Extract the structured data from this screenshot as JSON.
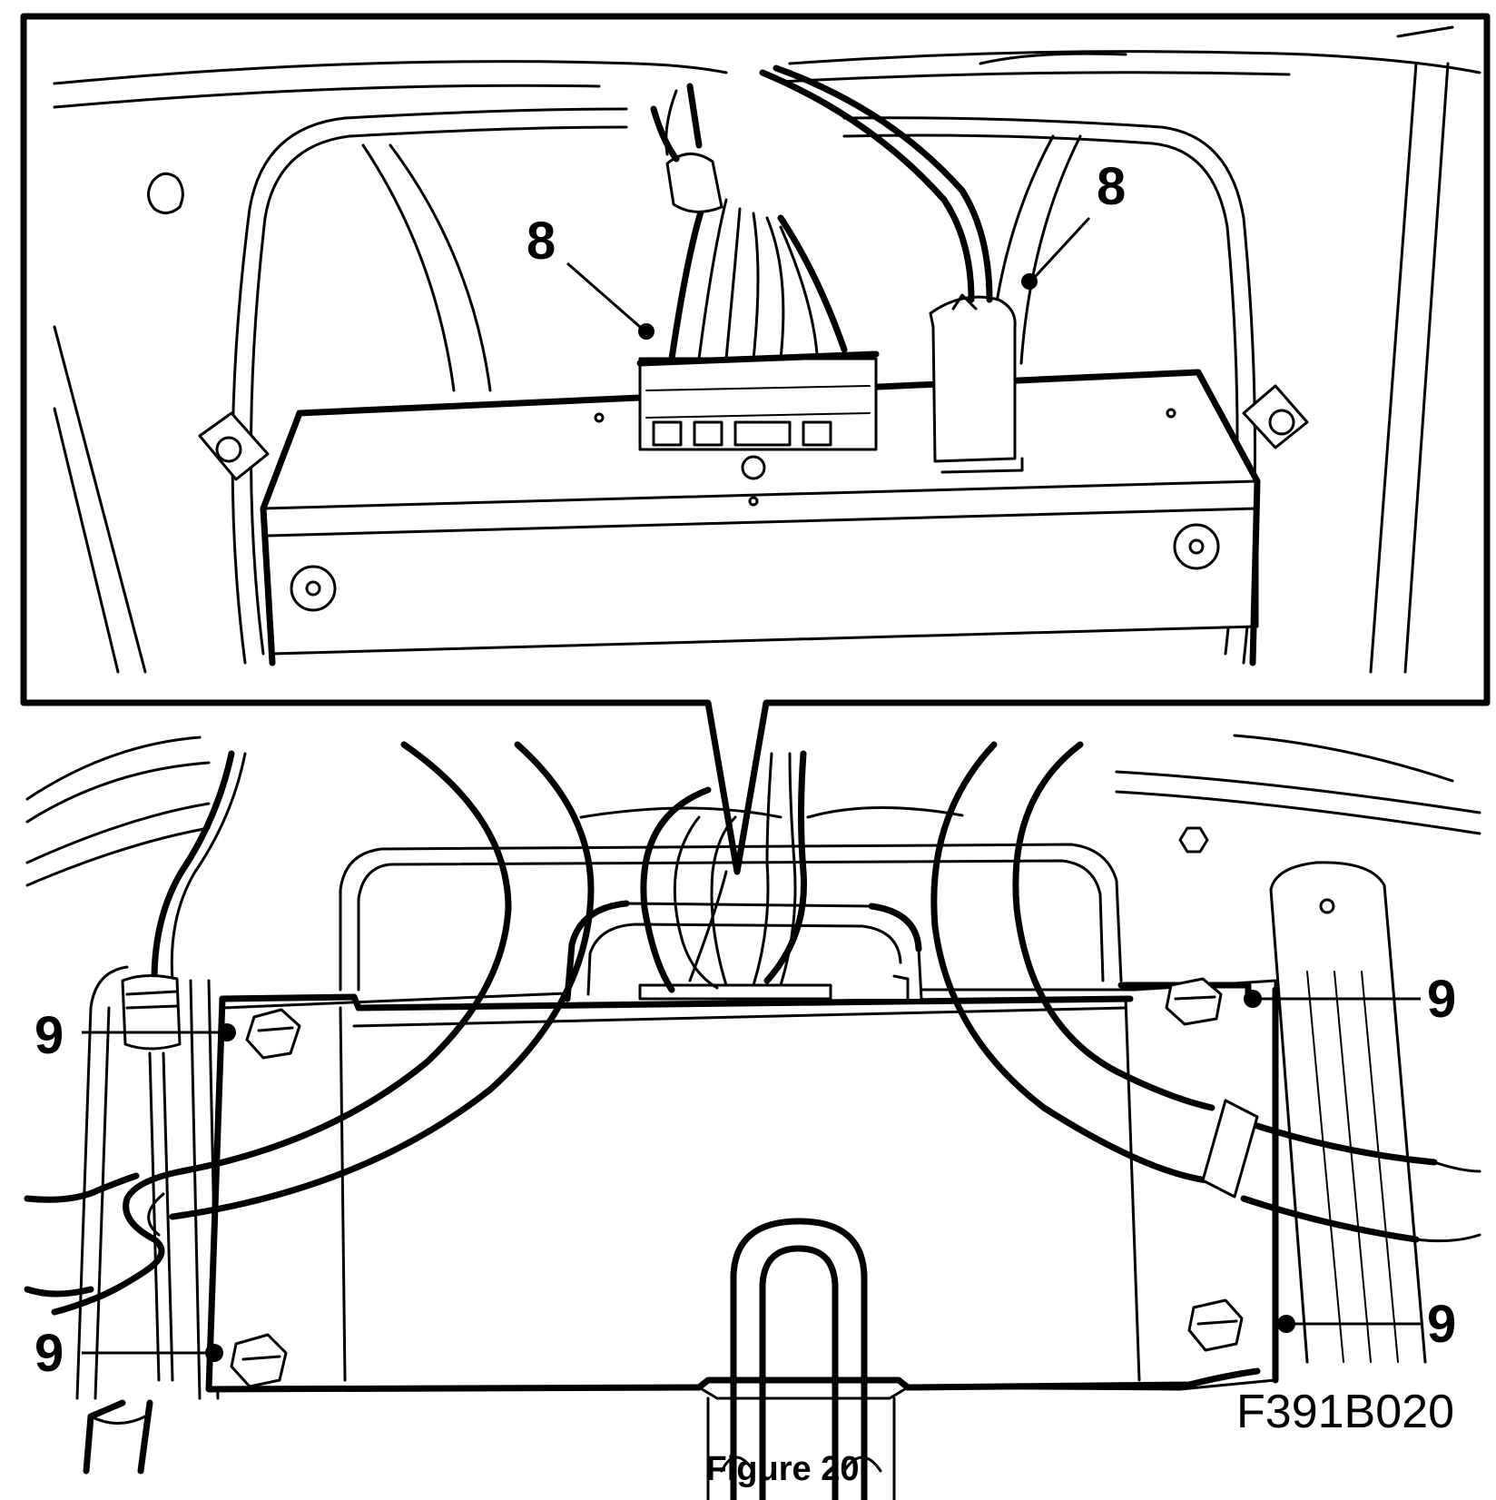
{
  "figure": {
    "caption": "Figure 20",
    "code": "F391B020"
  },
  "callouts": {
    "detail_left": "8",
    "detail_right": "8",
    "upper_left": "9",
    "lower_left": "9",
    "upper_right": "9",
    "lower_right": "9"
  }
}
